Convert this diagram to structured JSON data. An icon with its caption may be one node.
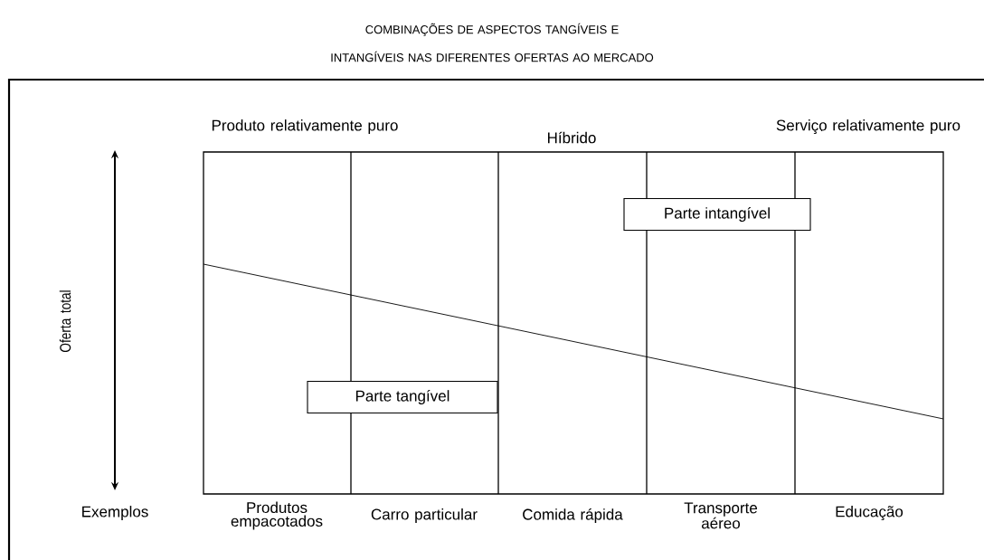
{
  "diagram": {
    "title": "COMBINAÇÕES DE ASPECTOS TANGÍVEIS E INTANGÍVEIS NAS DIFERENTES OFERTAS AO MERCADO",
    "nodes": [
      {
        "text": [
          "Parte intangível"
        ]
      },
      {
        "text": [
          "Parte tangível"
        ]
      }
    ],
    "edges": [],
    "labels": [
      "Produto relativamente puro",
      "Híbrido",
      "Serviço relativamente puro",
      "Oferta total",
      "Exemplos",
      "Produtos empacotados",
      "Carro particular",
      "Comida rápida",
      "Transporte aéreo",
      "Educação"
    ]
  }
}
